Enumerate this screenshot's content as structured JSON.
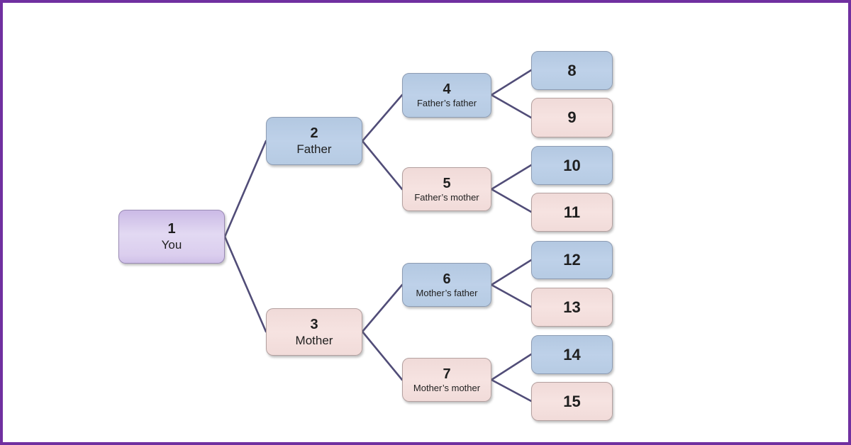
{
  "colors": {
    "canvas-border": "#7030a0",
    "line": "#514d78",
    "text": "#1f1f1f",
    "male-fill": "#b8cce4",
    "female-fill": "#f2dcdb",
    "you-fill": "#d9cbec"
  },
  "diagram": {
    "nodes": [
      {
        "number": "1",
        "label": "You",
        "type": "you"
      },
      {
        "number": "2",
        "label": "Father",
        "type": "male"
      },
      {
        "number": "3",
        "label": "Mother",
        "type": "female"
      },
      {
        "number": "4",
        "label": "Father’s father",
        "type": "male"
      },
      {
        "number": "5",
        "label": "Father’s mother",
        "type": "female"
      },
      {
        "number": "6",
        "label": "Mother’s father",
        "type": "male"
      },
      {
        "number": "7",
        "label": "Mother’s mother",
        "type": "female"
      },
      {
        "number": "8",
        "label": "",
        "type": "male"
      },
      {
        "number": "9",
        "label": "",
        "type": "female"
      },
      {
        "number": "10",
        "label": "",
        "type": "male"
      },
      {
        "number": "11",
        "label": "",
        "type": "female"
      },
      {
        "number": "12",
        "label": "",
        "type": "male"
      },
      {
        "number": "13",
        "label": "",
        "type": "female"
      },
      {
        "number": "14",
        "label": "",
        "type": "male"
      },
      {
        "number": "15",
        "label": "",
        "type": "female"
      }
    ],
    "edges": [
      [
        1,
        2
      ],
      [
        1,
        3
      ],
      [
        2,
        4
      ],
      [
        2,
        5
      ],
      [
        3,
        6
      ],
      [
        3,
        7
      ],
      [
        4,
        8
      ],
      [
        4,
        9
      ],
      [
        5,
        10
      ],
      [
        5,
        11
      ],
      [
        6,
        12
      ],
      [
        6,
        13
      ],
      [
        7,
        14
      ],
      [
        7,
        15
      ]
    ]
  }
}
